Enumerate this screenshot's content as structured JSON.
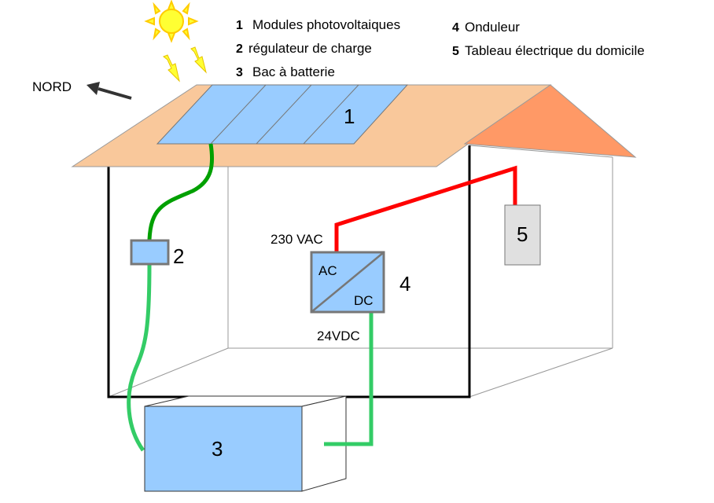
{
  "legend": {
    "items": [
      {
        "num": "1",
        "text": "Modules photovoltaiques"
      },
      {
        "num": "2",
        "text": "régulateur de charge"
      },
      {
        "num": "3",
        "text": "Bac à batterie"
      },
      {
        "num": "4",
        "text": "Onduleur"
      },
      {
        "num": "5",
        "text": "Tableau électrique du domicile"
      }
    ]
  },
  "compass": {
    "label": "NORD"
  },
  "markers": {
    "panels": "1",
    "regulator": "2",
    "battery": "3",
    "inverter": "4",
    "panel_board": "5"
  },
  "inverter": {
    "ac": "AC",
    "dc": "DC"
  },
  "voltages": {
    "ac": "230 VAC",
    "dc": "24VDC"
  },
  "colors": {
    "roof_front": "#f9c89b",
    "roof_side": "#ff9966",
    "solar": "#99ccff",
    "dc_wire_dark": "#00a000",
    "dc_wire_light": "#33cc66",
    "ac_wire": "#ff0000",
    "sun": "#ffff33",
    "panel_board": "#e0e0e0"
  }
}
